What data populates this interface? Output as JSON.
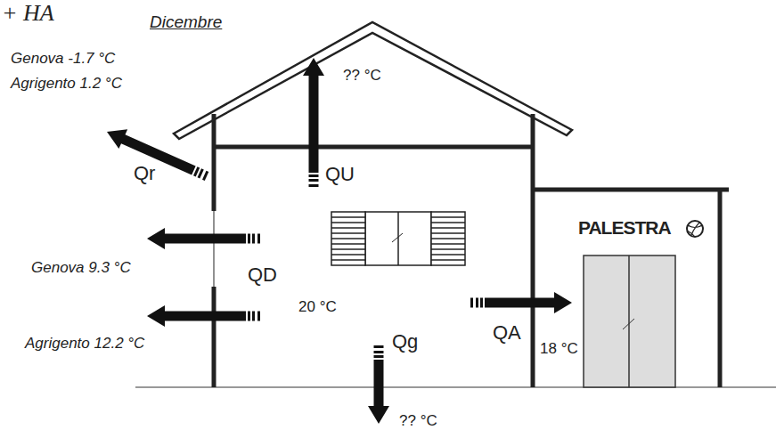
{
  "diagram": {
    "nodes": [
      {
        "text": [
          "20 °C"
        ]
      },
      {
        "text": [
          "PALESTRA",
          "18 °C"
        ]
      }
    ],
    "labels": [
      "+ HA",
      "Dicembre",
      "Genova -1.7 °C",
      "Agrigento 1.2 °C",
      "?? °C",
      "Qr",
      "QU",
      "QD",
      "Genova 9.3 °C",
      "Agrigento 12.2 °C",
      "QA",
      "Qg",
      "?? °C"
    ]
  }
}
